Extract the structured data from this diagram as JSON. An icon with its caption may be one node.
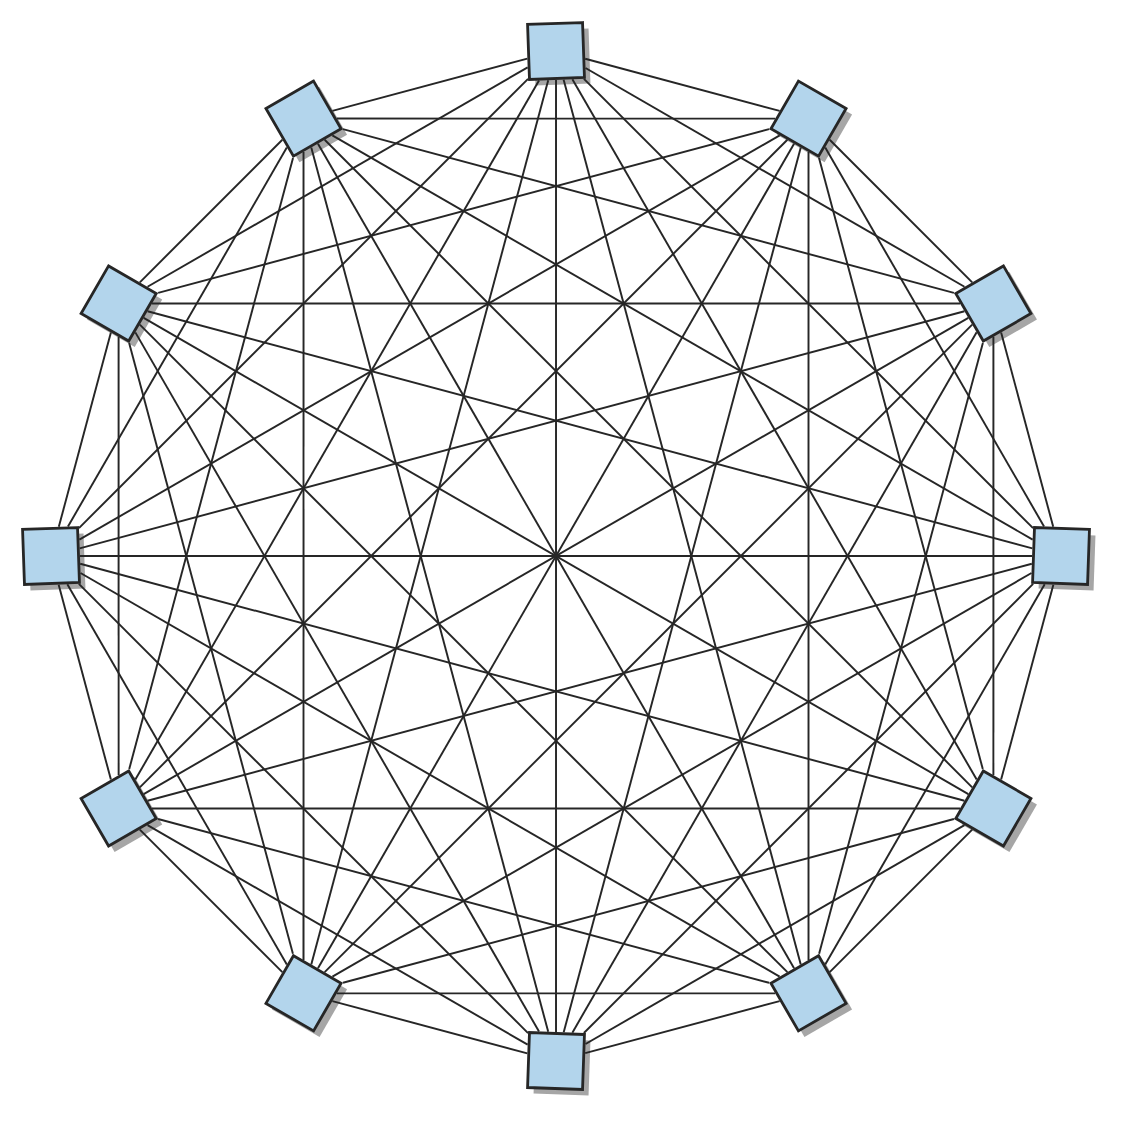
{
  "diagram": {
    "nodes": [
      {
        "text": [],
        "shape": "box"
      },
      {
        "text": [],
        "shape": "box"
      },
      {
        "text": [],
        "shape": "box"
      },
      {
        "text": [],
        "shape": "box"
      },
      {
        "text": [],
        "shape": "box"
      },
      {
        "text": [],
        "shape": "box"
      },
      {
        "text": [],
        "shape": "box"
      },
      {
        "text": [],
        "shape": "box"
      },
      {
        "text": [],
        "shape": "box"
      },
      {
        "text": [],
        "shape": "box"
      },
      {
        "text": [],
        "shape": "box"
      },
      {
        "text": [],
        "shape": "box"
      }
    ],
    "edges": [
      {
        "from": 0,
        "to": 1,
        "arrow": "none"
      },
      {
        "from": 0,
        "to": 2,
        "arrow": "none"
      },
      {
        "from": 0,
        "to": 3,
        "arrow": "none"
      },
      {
        "from": 0,
        "to": 4,
        "arrow": "none"
      },
      {
        "from": 0,
        "to": 5,
        "arrow": "none"
      },
      {
        "from": 0,
        "to": 6,
        "arrow": "none"
      },
      {
        "from": 0,
        "to": 7,
        "arrow": "none"
      },
      {
        "from": 0,
        "to": 8,
        "arrow": "none"
      },
      {
        "from": 0,
        "to": 9,
        "arrow": "none"
      },
      {
        "from": 0,
        "to": 10,
        "arrow": "none"
      },
      {
        "from": 0,
        "to": 11,
        "arrow": "none"
      },
      {
        "from": 1,
        "to": 2,
        "arrow": "none"
      },
      {
        "from": 1,
        "to": 3,
        "arrow": "none"
      },
      {
        "from": 1,
        "to": 4,
        "arrow": "none"
      },
      {
        "from": 1,
        "to": 5,
        "arrow": "none"
      },
      {
        "from": 1,
        "to": 6,
        "arrow": "none"
      },
      {
        "from": 1,
        "to": 7,
        "arrow": "none"
      },
      {
        "from": 1,
        "to": 8,
        "arrow": "none"
      },
      {
        "from": 1,
        "to": 9,
        "arrow": "none"
      },
      {
        "from": 1,
        "to": 10,
        "arrow": "none"
      },
      {
        "from": 1,
        "to": 11,
        "arrow": "none"
      },
      {
        "from": 2,
        "to": 3,
        "arrow": "none"
      },
      {
        "from": 2,
        "to": 4,
        "arrow": "none"
      },
      {
        "from": 2,
        "to": 5,
        "arrow": "none"
      },
      {
        "from": 2,
        "to": 6,
        "arrow": "none"
      },
      {
        "from": 2,
        "to": 7,
        "arrow": "none"
      },
      {
        "from": 2,
        "to": 8,
        "arrow": "none"
      },
      {
        "from": 2,
        "to": 9,
        "arrow": "none"
      },
      {
        "from": 2,
        "to": 10,
        "arrow": "none"
      },
      {
        "from": 2,
        "to": 11,
        "arrow": "none"
      },
      {
        "from": 3,
        "to": 4,
        "arrow": "none"
      },
      {
        "from": 3,
        "to": 5,
        "arrow": "none"
      },
      {
        "from": 3,
        "to": 6,
        "arrow": "none"
      },
      {
        "from": 3,
        "to": 7,
        "arrow": "none"
      },
      {
        "from": 3,
        "to": 8,
        "arrow": "none"
      },
      {
        "from": 3,
        "to": 9,
        "arrow": "none"
      },
      {
        "from": 3,
        "to": 10,
        "arrow": "none"
      },
      {
        "from": 3,
        "to": 11,
        "arrow": "none"
      },
      {
        "from": 4,
        "to": 5,
        "arrow": "none"
      },
      {
        "from": 4,
        "to": 6,
        "arrow": "none"
      },
      {
        "from": 4,
        "to": 7,
        "arrow": "none"
      },
      {
        "from": 4,
        "to": 8,
        "arrow": "none"
      },
      {
        "from": 4,
        "to": 9,
        "arrow": "none"
      },
      {
        "from": 4,
        "to": 10,
        "arrow": "none"
      },
      {
        "from": 4,
        "to": 11,
        "arrow": "none"
      },
      {
        "from": 5,
        "to": 6,
        "arrow": "none"
      },
      {
        "from": 5,
        "to": 7,
        "arrow": "none"
      },
      {
        "from": 5,
        "to": 8,
        "arrow": "none"
      },
      {
        "from": 5,
        "to": 9,
        "arrow": "none"
      },
      {
        "from": 5,
        "to": 10,
        "arrow": "none"
      },
      {
        "from": 5,
        "to": 11,
        "arrow": "none"
      },
      {
        "from": 6,
        "to": 7,
        "arrow": "none"
      },
      {
        "from": 6,
        "to": 8,
        "arrow": "none"
      },
      {
        "from": 6,
        "to": 9,
        "arrow": "none"
      },
      {
        "from": 6,
        "to": 10,
        "arrow": "none"
      },
      {
        "from": 6,
        "to": 11,
        "arrow": "none"
      },
      {
        "from": 7,
        "to": 8,
        "arrow": "none"
      },
      {
        "from": 7,
        "to": 9,
        "arrow": "none"
      },
      {
        "from": 7,
        "to": 10,
        "arrow": "none"
      },
      {
        "from": 7,
        "to": 11,
        "arrow": "none"
      },
      {
        "from": 8,
        "to": 9,
        "arrow": "none"
      },
      {
        "from": 8,
        "to": 10,
        "arrow": "none"
      },
      {
        "from": 8,
        "to": 11,
        "arrow": "none"
      },
      {
        "from": 9,
        "to": 10,
        "arrow": "none"
      },
      {
        "from": 9,
        "to": 11,
        "arrow": "none"
      },
      {
        "from": 10,
        "to": 11,
        "arrow": "none"
      }
    ]
  }
}
